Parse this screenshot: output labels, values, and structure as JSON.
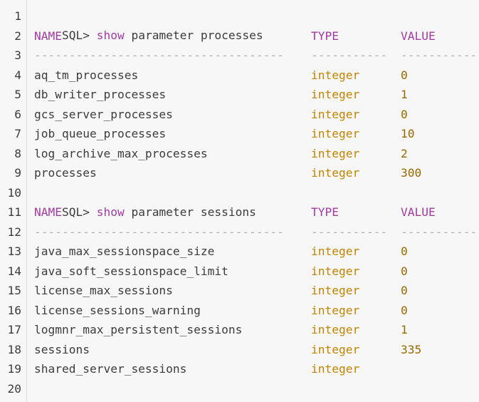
{
  "line_numbers": [
    "1",
    "2",
    "3",
    "4",
    "5",
    "6",
    "7",
    "8",
    "9",
    "10",
    "11",
    "12",
    "13",
    "14",
    "15",
    "16",
    "17",
    "18",
    "19",
    "20"
  ],
  "block1": {
    "prompt": "SQL>",
    "keyword": "show",
    "command": "parameter processes",
    "header": {
      "name": "NAME",
      "type": "TYPE",
      "value": "VALUE"
    },
    "sep_name": "------------------------------------",
    "sep_type": "-----------",
    "sep_value": "------------------------------",
    "rows": [
      {
        "name": "aq_tm_processes",
        "type": "integer",
        "value": "0"
      },
      {
        "name": "db_writer_processes",
        "type": "integer",
        "value": "1"
      },
      {
        "name": "gcs_server_processes",
        "type": "integer",
        "value": "0"
      },
      {
        "name": "job_queue_processes",
        "type": "integer",
        "value": "10"
      },
      {
        "name": "log_archive_max_processes",
        "type": "integer",
        "value": "2"
      },
      {
        "name": "processes",
        "type": "integer",
        "value": "300"
      }
    ]
  },
  "block2": {
    "prompt": "SQL>",
    "keyword": "show",
    "command": "parameter sessions",
    "header": {
      "name": "NAME",
      "type": "TYPE",
      "value": "VALUE"
    },
    "sep_name": "------------------------------------",
    "sep_type": "-----------",
    "sep_value": "------------------------------",
    "rows": [
      {
        "name": "java_max_sessionspace_size",
        "type": "integer",
        "value": "0"
      },
      {
        "name": "java_soft_sessionspace_limit",
        "type": "integer",
        "value": "0"
      },
      {
        "name": "license_max_sessions",
        "type": "integer",
        "value": "0"
      },
      {
        "name": "license_sessions_warning",
        "type": "integer",
        "value": "0"
      },
      {
        "name": "logmnr_max_persistent_sessions",
        "type": "integer",
        "value": "1"
      },
      {
        "name": "sessions",
        "type": "integer",
        "value": "335"
      },
      {
        "name": "shared_server_sessions",
        "type": "integer",
        "value": ""
      }
    ]
  },
  "colors": {
    "keyword": "#a33aa3",
    "type": "#c18401",
    "value": "#986801",
    "text": "#3c3c3c",
    "background": "#f7f7f7"
  }
}
